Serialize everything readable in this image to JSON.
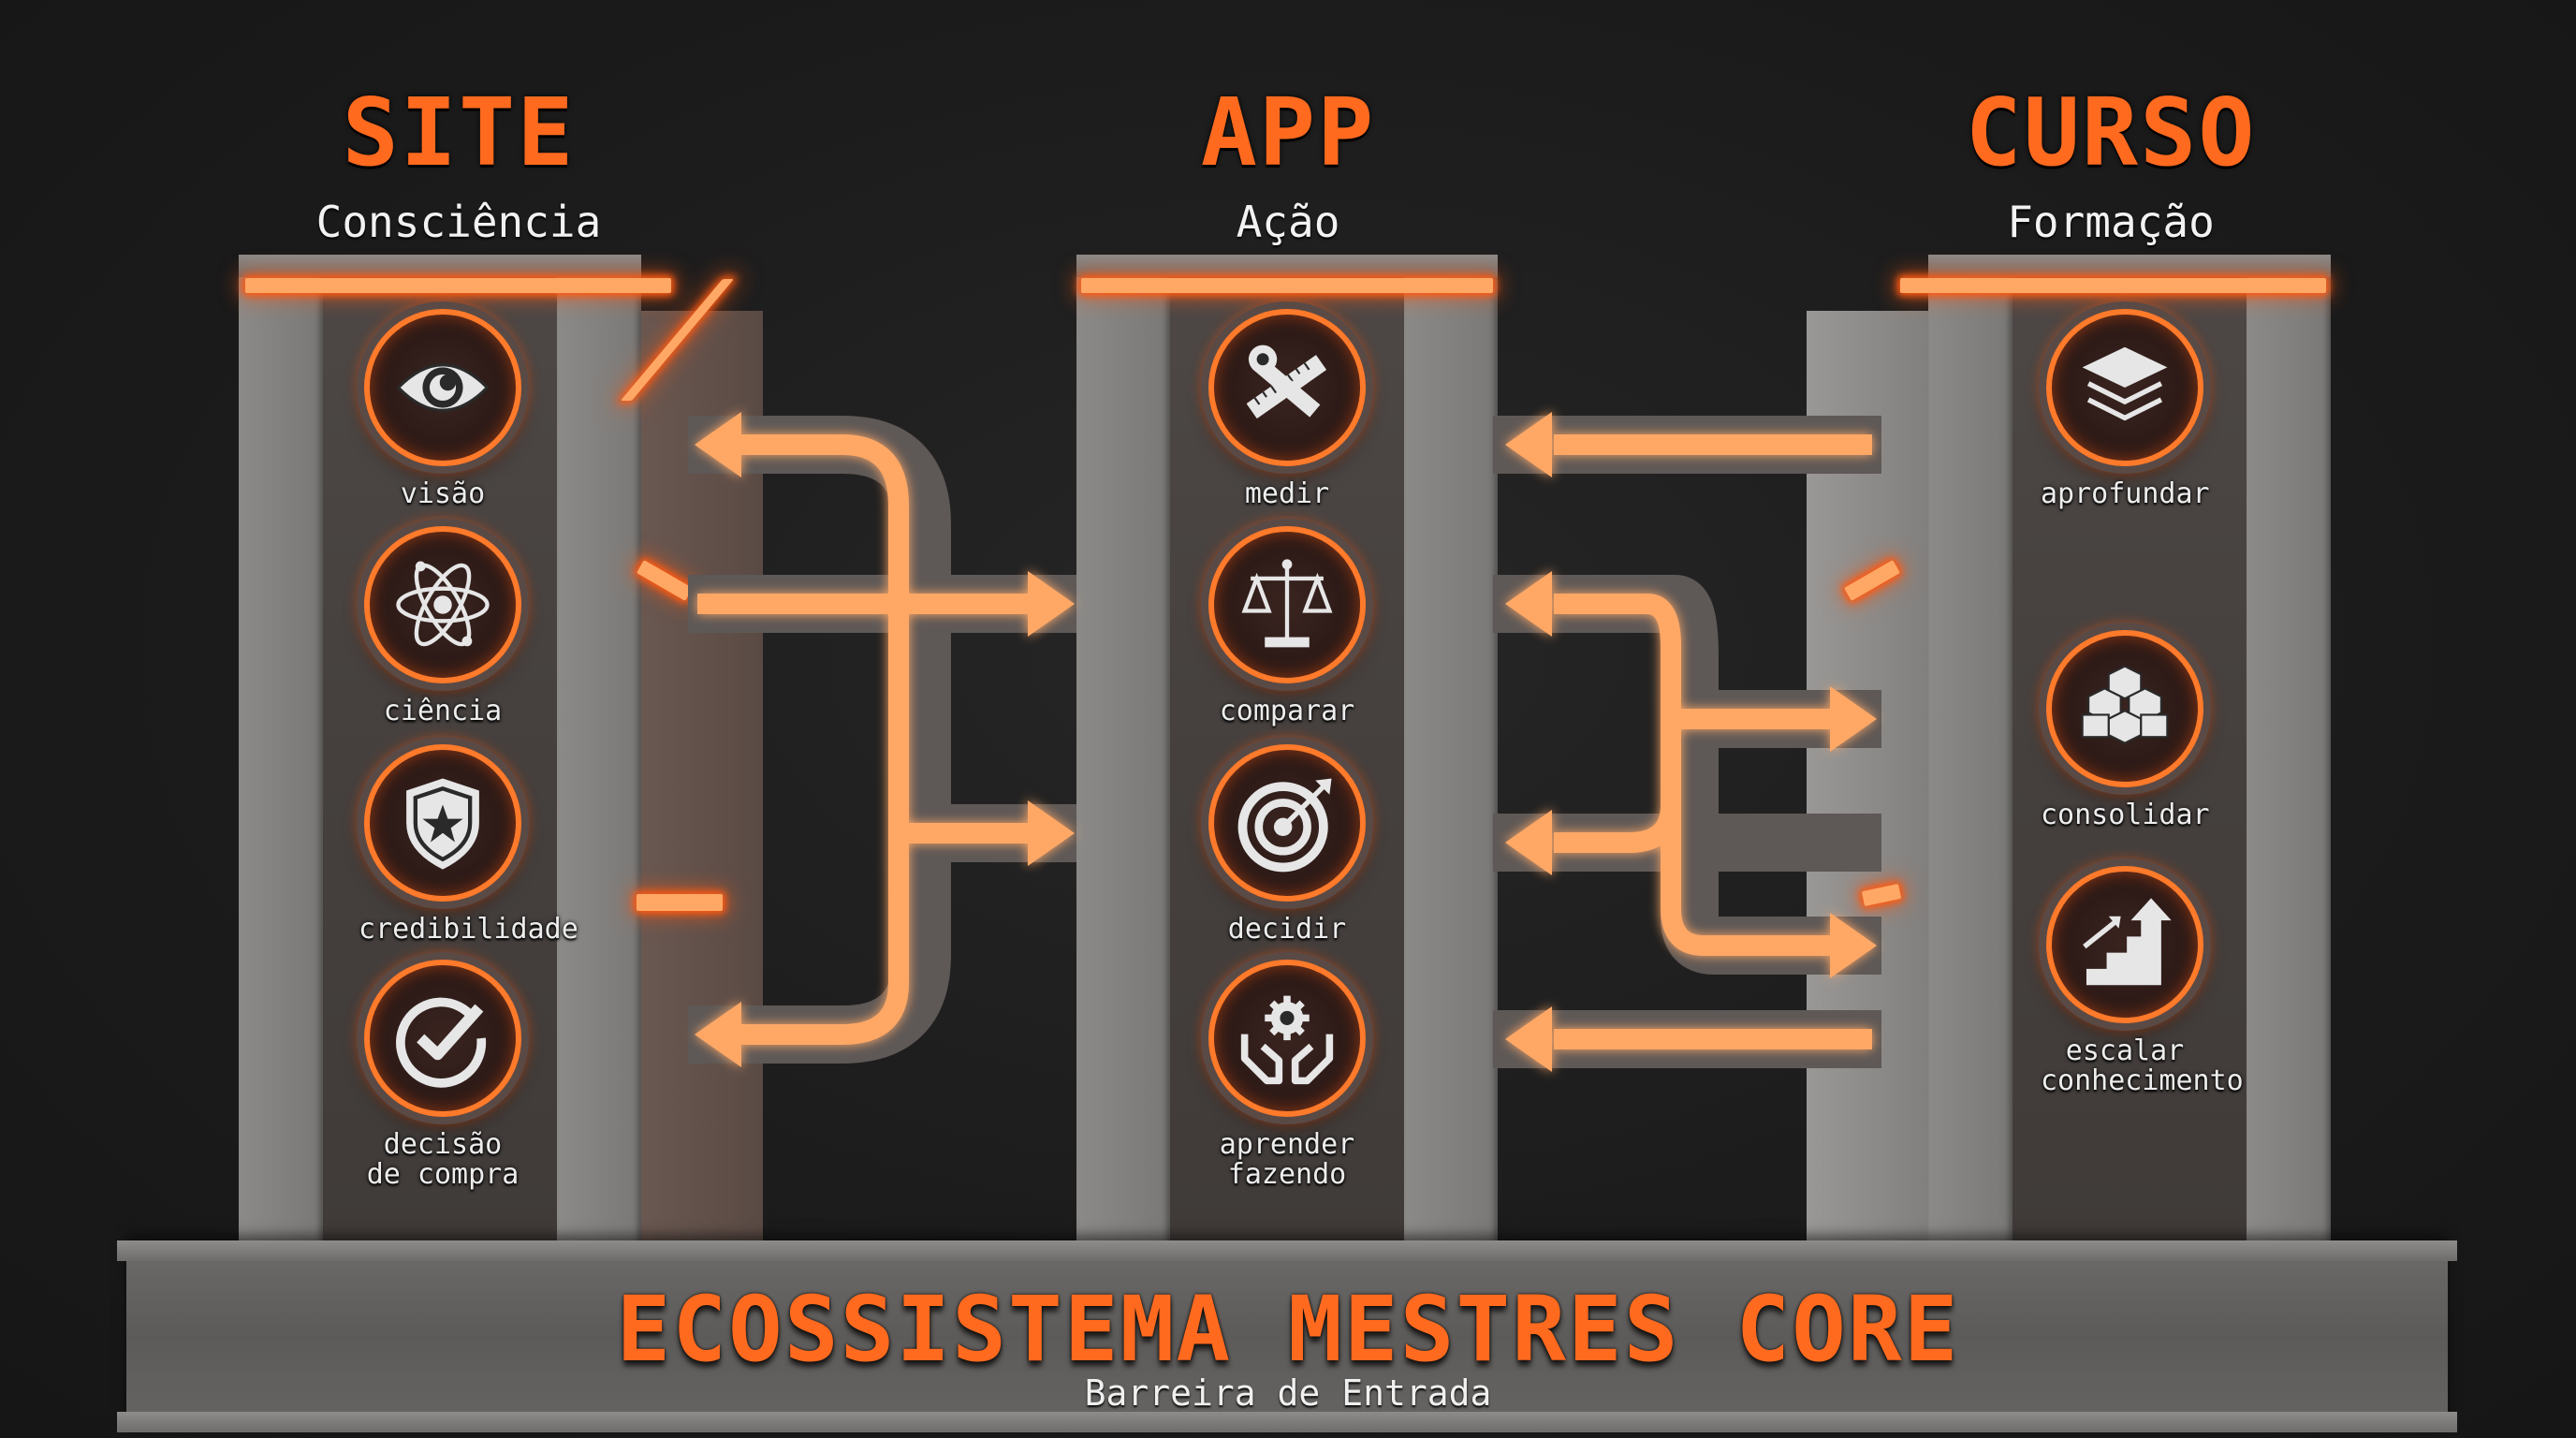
{
  "diagram": {
    "title": "ECOSSISTEMA MESTRES CORE",
    "subtitle": "Barreira de Entrada",
    "accent_color": "#ff6a1f",
    "glow_color": "#ffa866",
    "background_color": "#1d1d1d",
    "columns": [
      {
        "title": "SITE",
        "subtitle": "Consciência",
        "items": [
          {
            "label": "visão",
            "icon": "eye-icon"
          },
          {
            "label": "ciência",
            "icon": "atom-icon"
          },
          {
            "label": "credibilidade",
            "icon": "shield-star-icon"
          },
          {
            "label": "decisão de compra",
            "label_lines": [
              "decisão",
              "de compra"
            ],
            "icon": "check-circle-icon"
          }
        ]
      },
      {
        "title": "APP",
        "subtitle": "Ação",
        "items": [
          {
            "label": "medir",
            "icon": "ruler-tape-icon"
          },
          {
            "label": "comparar",
            "icon": "scales-icon"
          },
          {
            "label": "decidir",
            "icon": "target-arrow-icon"
          },
          {
            "label": "aprender fazendo",
            "label_lines": [
              "aprender",
              "fazendo"
            ],
            "icon": "hands-gear-icon"
          }
        ]
      },
      {
        "title": "CURSO",
        "subtitle": "Formação",
        "items": [
          {
            "label": "aprofundar",
            "icon": "layers-icon"
          },
          {
            "label": "consolidar",
            "icon": "blocks-icon"
          },
          {
            "label": "escalar conhecimento",
            "label_lines": [
              "escalar",
              "conhecimento"
            ],
            "icon": "stairs-up-icon"
          }
        ]
      }
    ],
    "connections": [
      {
        "from": "APP",
        "to": "SITE",
        "direction": "left",
        "type": "return-top"
      },
      {
        "from": "SITE",
        "to": "APP",
        "direction": "right",
        "type": "branch-upper"
      },
      {
        "from": "SITE",
        "to": "APP",
        "direction": "right",
        "type": "branch-lower"
      },
      {
        "from": "APP",
        "to": "SITE",
        "direction": "left",
        "type": "return-bottom"
      },
      {
        "from": "CURSO",
        "to": "APP",
        "direction": "left",
        "type": "straight-top"
      },
      {
        "from": "APP",
        "to": "CURSO",
        "direction": "right",
        "type": "branch-upper"
      },
      {
        "from": "CURSO",
        "to": "APP",
        "direction": "left",
        "type": "branch-upper-return"
      },
      {
        "from": "CURSO",
        "to": "APP",
        "direction": "left",
        "type": "branch-lower-return"
      },
      {
        "from": "APP",
        "to": "CURSO",
        "direction": "right",
        "type": "branch-lower"
      },
      {
        "from": "CURSO",
        "to": "APP",
        "direction": "left",
        "type": "straight-bottom"
      }
    ]
  }
}
